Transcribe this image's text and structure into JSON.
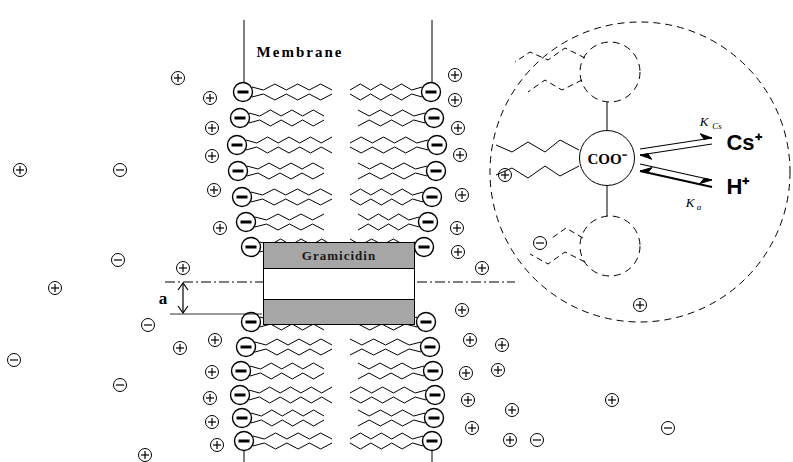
{
  "diagram": {
    "nodes": [
      {
        "text": [
          "Gramicidin"
        ]
      },
      {
        "text": [
          "COO⁻"
        ]
      }
    ],
    "labels": [
      "Membrane",
      "a",
      "K",
      "Cs",
      "Cs⁺",
      "K",
      "a",
      "H⁺"
    ]
  }
}
